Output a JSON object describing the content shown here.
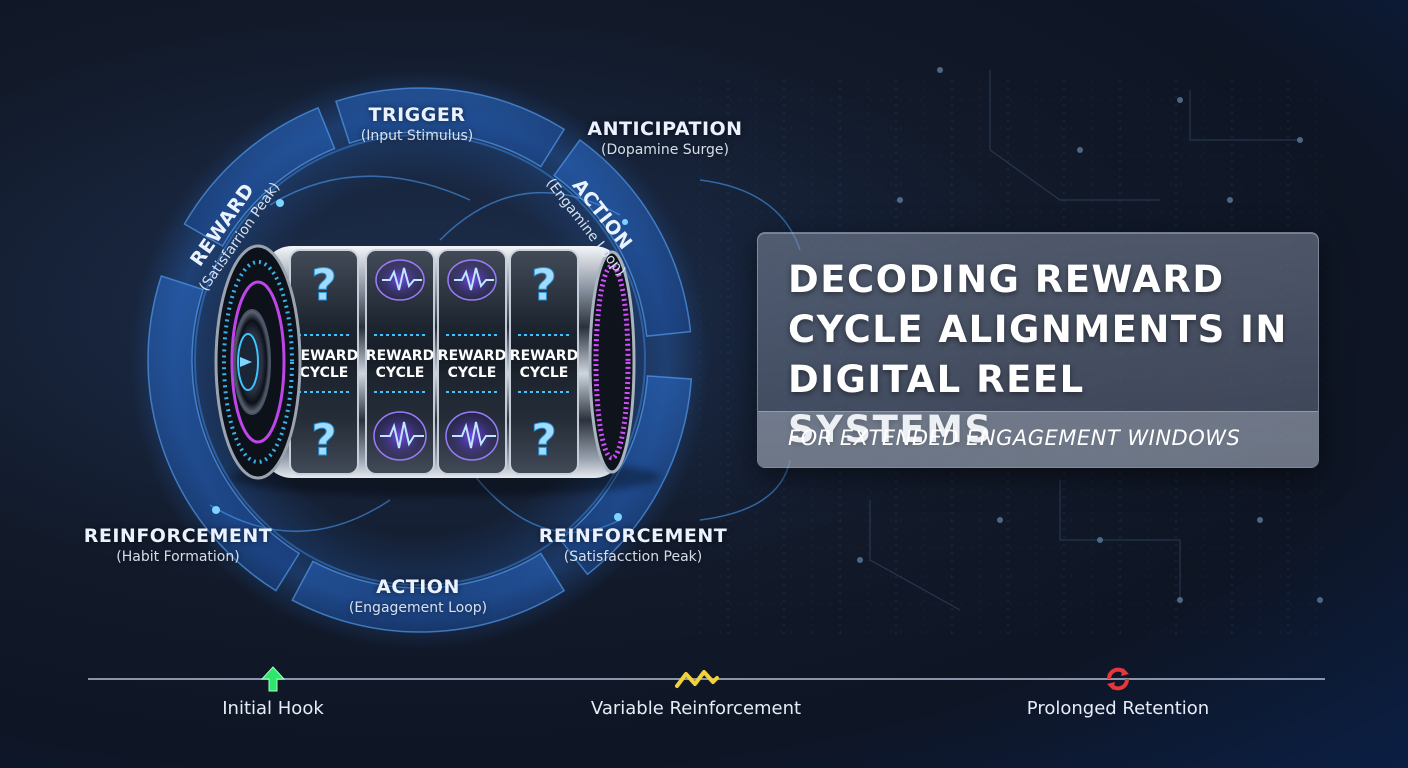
{
  "title": {
    "line1": "DECODING REWARD",
    "line2": "CYCLE ALIGNMENTS IN",
    "line3": "DIGITAL REEL SYSTEMS",
    "subtitle": "FOR EXTENDED ENGAGEMENT WINDOWS"
  },
  "cycle": {
    "trigger": {
      "title": "TRIGGER",
      "sub": "(Input Stimulus)"
    },
    "anticipation": {
      "title": "ANTICIPATION",
      "sub": "(Dopamine Surge)"
    },
    "action_upper": {
      "title": "ACTION",
      "sub": "(Engamine Loop)"
    },
    "reward": {
      "title": "REWARD",
      "sub": "(Satisfarrion Peak)"
    },
    "reinforcement_left": {
      "title": "REINFORCEMENT",
      "sub": "(Habit Formation)"
    },
    "reinforcement_right": {
      "title": "REINFORCEMENT",
      "sub": "(Satisfacction Peak)"
    },
    "action_lower": {
      "title": "ACTION",
      "sub": "(Engagement Loop)"
    }
  },
  "reel": {
    "symbol": "?",
    "panels": [
      {
        "line1": "REWARD",
        "line2": "CYCLE"
      },
      {
        "line1": "REWARD",
        "line2": "CYCLE"
      },
      {
        "line1": "REWARD",
        "line2": "CYCLE"
      },
      {
        "line1": "REWARD",
        "line2": "CYCLE"
      }
    ]
  },
  "timeline": [
    {
      "label": "Initial Hook",
      "icon": "up-arrow-icon",
      "color": "#2ee66b"
    },
    {
      "label": "Variable Reinforcement",
      "icon": "zigzag-icon",
      "color": "#f2d23a"
    },
    {
      "label": "Prolonged Retention",
      "icon": "cycle-arrows-icon",
      "color": "#e8363a"
    }
  ],
  "colors": {
    "accent": "#3fc3ff",
    "magenta": "#d24cff",
    "ring": "#2f7fd8"
  }
}
